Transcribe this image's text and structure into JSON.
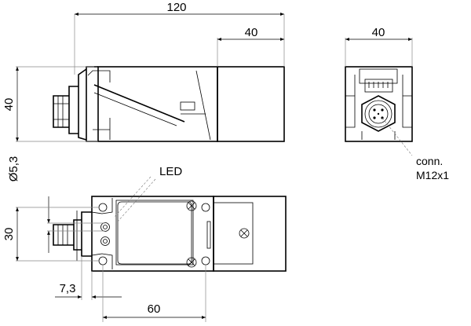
{
  "dimensions": {
    "overall_length": "120",
    "head_length": "40",
    "side_width": "40",
    "height": "40",
    "hole_diameter": "Ø5,3",
    "mount_height": "30",
    "offset": "7,3",
    "hole_spacing": "60"
  },
  "labels": {
    "led": "LED",
    "connector_line1": "conn.",
    "connector_line2": "M12x1"
  }
}
